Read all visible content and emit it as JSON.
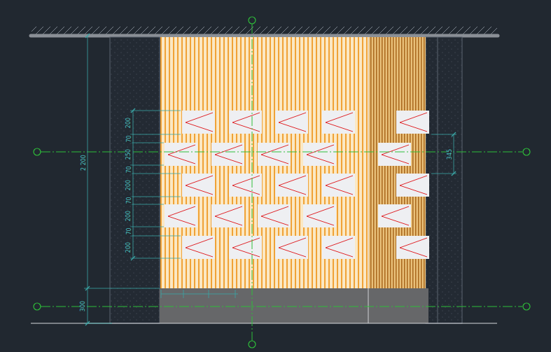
{
  "diagram": {
    "labels": [
      "200",
      "70",
      "250",
      "70",
      "200",
      "70",
      "200",
      "70",
      "200",
      "2 200",
      "300",
      "345"
    ]
  }
}
